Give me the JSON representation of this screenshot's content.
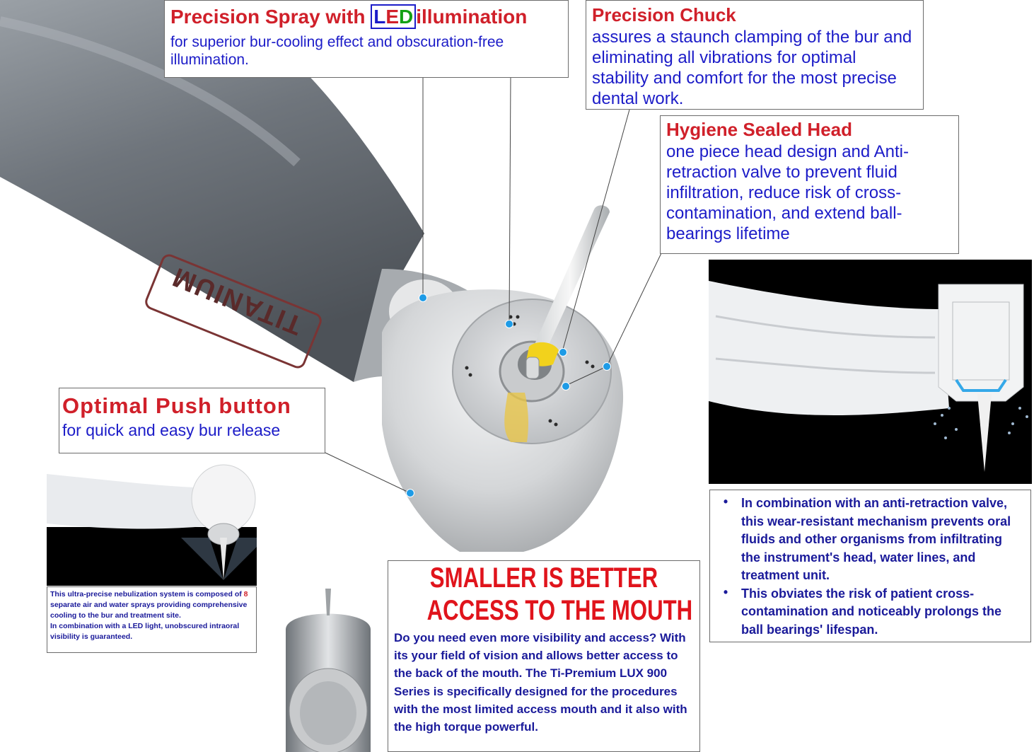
{
  "spray": {
    "title_pre": "Precision Spray with ",
    "title_led_l": "L",
    "title_led_e": "E",
    "title_led_d": "D",
    "title_post": "illumination",
    "desc": "for superior bur-cooling effect and obscuration-free illumination."
  },
  "chuck": {
    "title": "Precision Chuck",
    "desc": "assures a staunch clamping of the bur and eliminating all vibrations for optimal stability and comfort for the most precise dental work."
  },
  "hygiene": {
    "title": "Hygiene Sealed Head",
    "desc": "one piece head design and Anti-retraction valve to prevent fluid infiltration, reduce risk of cross-contamination, and extend ball-bearings lifetime"
  },
  "push": {
    "title": "Optimal Push button",
    "desc": "for quick and easy bur release"
  },
  "handpiece": {
    "engraving": "TITANIUM"
  },
  "nebulization": {
    "line1_pre": "This ultra-precise nebulization system is composed of ",
    "number": "8",
    "line1_post": " separate air and water sprays providing comprehensive cooling to the bur and treatment site.",
    "line2": "In combination with a LED light, unobscured intraoral visibility is guaranteed."
  },
  "smaller": {
    "headline1": "SMALLER IS BETTER",
    "headline2": "ACCESS TO THE MOUTH",
    "body": "Do you need even more visibility and access? With its your field of vision and allows better access to the back of the mouth. The Ti-Premium LUX 900 Series is specifically designed for the procedures with the most limited access mouth and it also with the high torque powerful."
  },
  "retraction": {
    "bullet_symbol": "•",
    "bullets": [
      "In combination with an anti-retraction valve, this wear-resistant mechanism prevents oral fluids and other organisms from infiltrating the instrument's head, water lines, and treatment unit.",
      "This obviates the risk of patient cross-contamination and noticeably prolongs the ball bearings' lifespan."
    ]
  },
  "colors": {
    "title_red": "#d0202a",
    "body_blue": "#1c1cc8",
    "led_green": "#14a014",
    "led_blue": "#1c1cc8",
    "callout_dot": "#1e9be6",
    "bur_yellow": "#f2d21c"
  }
}
